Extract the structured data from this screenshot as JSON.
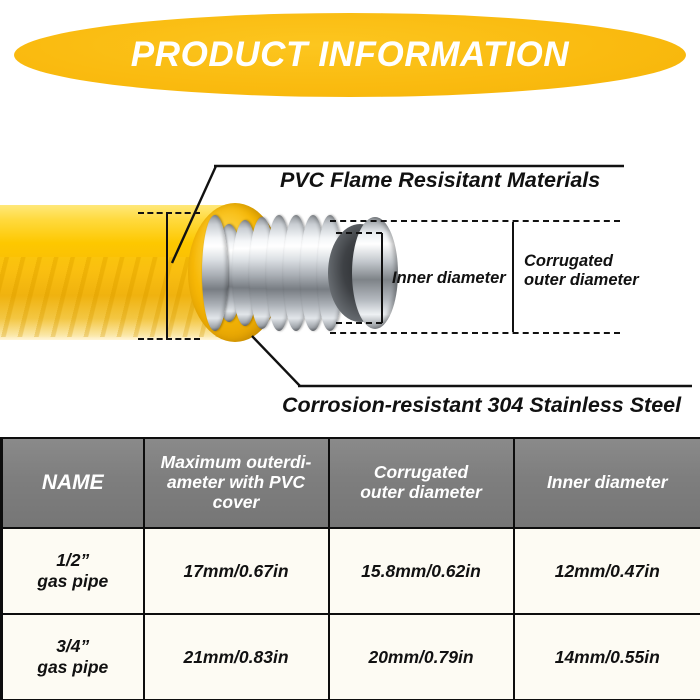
{
  "header": {
    "title": "PRODUCT INFORMATION",
    "banner_color": "#FABB10",
    "title_color": "#FFFFFF"
  },
  "diagram": {
    "labels": {
      "pvc": "PVC Flame Resisitant Materials",
      "inner_diameter": "Inner diameter",
      "corrugated_outer_diameter_line1": "Corrugated",
      "corrugated_outer_diameter_line2": "outer diameter",
      "steel": "Corrosion-resistant 304 Stainless Steel"
    },
    "parts": {
      "pvc_jacket_color": "#F9BC07",
      "steel_color": "#C9CED3",
      "bore_color": "#3E4145"
    }
  },
  "table": {
    "columns": [
      {
        "lines": [
          "NAME"
        ]
      },
      {
        "lines": [
          "Maximum outerdi-",
          "ameter with PVC",
          "cover"
        ]
      },
      {
        "lines": [
          "Corrugated",
          "outer diameter"
        ]
      },
      {
        "lines": [
          "Inner diameter"
        ]
      }
    ],
    "rows": [
      {
        "name_line1": "1/2”",
        "name_line2": "gas pipe",
        "max_outer_with_pvc": "17mm/0.67in",
        "corrugated_outer": "15.8mm/0.62in",
        "inner": "12mm/0.47in"
      },
      {
        "name_line1": "3/4”",
        "name_line2": "gas pipe",
        "max_outer_with_pvc": "21mm/0.83in",
        "corrugated_outer": "20mm/0.79in",
        "inner": "14mm/0.55in"
      }
    ],
    "header_bg": "#7E7E7E",
    "cell_bg": "#FDFBF3"
  }
}
